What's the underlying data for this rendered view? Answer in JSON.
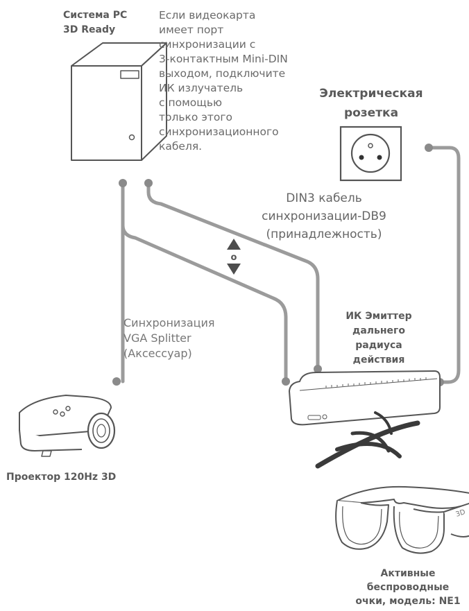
{
  "labels": {
    "pc_title": [
      "Система PC",
      "3D Ready"
    ],
    "pc_note": [
      "Если видеокарта",
      "имеет порт",
      "синхронизации с",
      "3-контактным Mini-DIN",
      "выходом, подключите",
      "ИК излучатель",
      "с помощью",
      "только  этого",
      "синхронизационного",
      "кабеля."
    ],
    "outlet_title": [
      "Электрическая",
      "розетка"
    ],
    "din_cable": [
      "DIN3 кабель",
      "синхронизации-DB9",
      "(принадлежность)"
    ],
    "or_marker": "o",
    "vga_splitter": [
      "Синхронизация",
      "VGA Splitter",
      "(Аксессуар)"
    ],
    "emitter_title": [
      "ИК Эмиттер",
      "дальнего",
      "радиуса",
      "действия"
    ],
    "projector_title": "Проектор 120Hz 3D",
    "glasses_title": [
      "Активные",
      "беспроводные",
      "очки, модель: NE1"
    ],
    "glasses_brand": "3D"
  },
  "colors": {
    "cable": "#9b9b9b",
    "outline": "#555555",
    "text": "#555555",
    "arrow": "#4d4d4d",
    "wave": "#3a3a3a"
  }
}
